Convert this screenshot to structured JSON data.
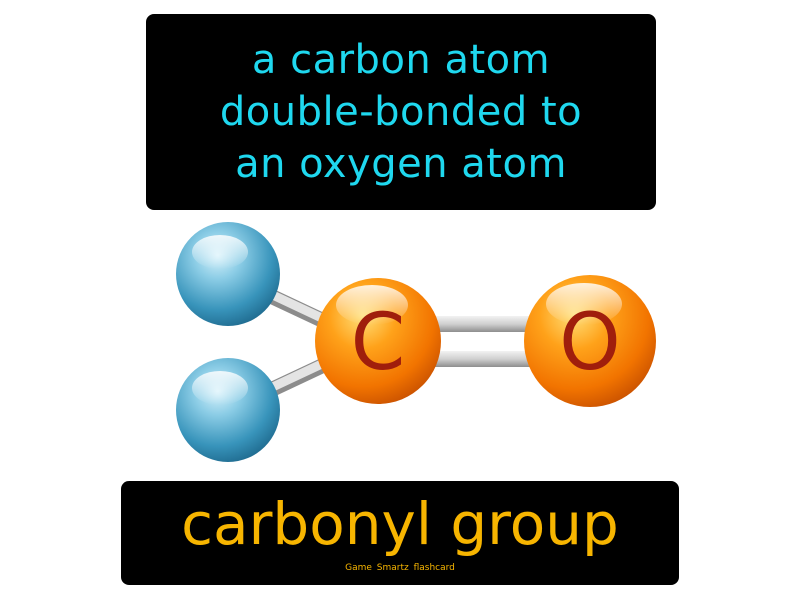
{
  "definition": {
    "lines": [
      "a carbon atom",
      "double-bonded to",
      "an oxygen atom"
    ]
  },
  "molecule": {
    "carbon_label": "C",
    "oxygen_label": "O"
  },
  "term": "carbonyl group",
  "brand": "Game  Smartz  flashcard",
  "colors": {
    "definition_text": "#1fd8ef",
    "term_text": "#f7b500",
    "atom_orange": "#f57d00",
    "atom_blue": "#2a8fb4",
    "label_dark_red": "#a01e0c"
  },
  "icons": [
    "hydrogen-atom-icon",
    "carbon-atom-icon",
    "oxygen-atom-icon"
  ]
}
